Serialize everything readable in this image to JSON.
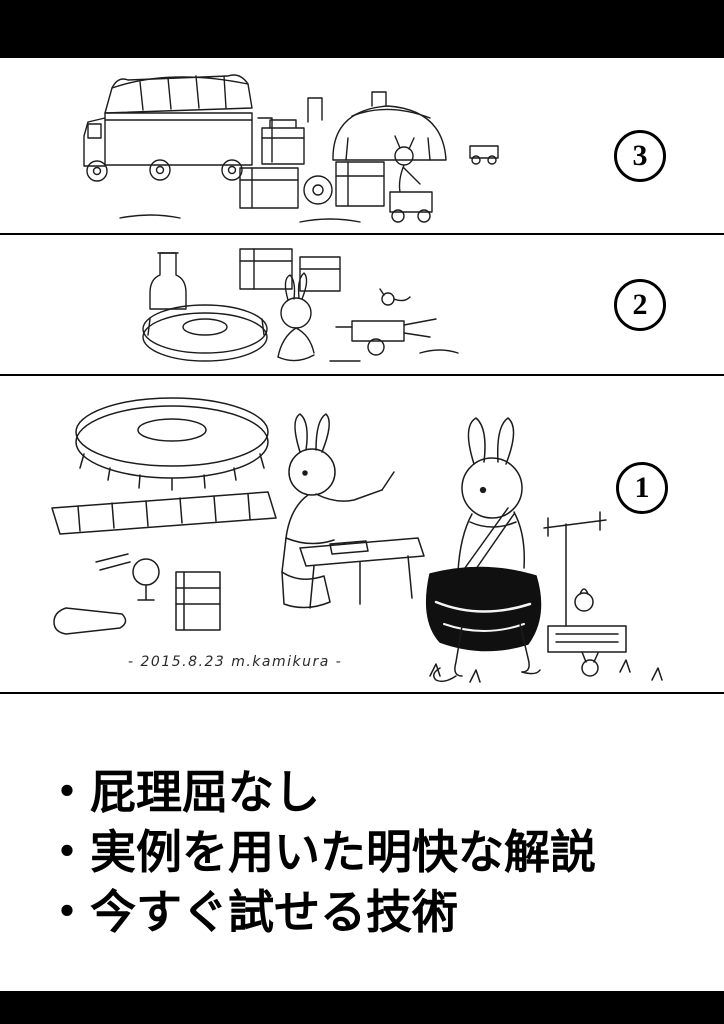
{
  "page": {
    "background": "#ffffff",
    "bar_color": "#000000",
    "ink_color": "#1c1c1c"
  },
  "illustration": {
    "panels": [
      {
        "number": "3",
        "alt": "pen sketch of a covered truck, dome tent and piles of machinery at a camp"
      },
      {
        "number": "2",
        "alt": "pen sketch of a rabbit-eared character sorting crates, a big disc and gadgets"
      },
      {
        "number": "1",
        "alt": "pen sketch of a kneeling rabbit-eared tinkerer writing at a low table and a walking rabbit-eared traveler carrying a large black bag and a burner rig"
      }
    ],
    "signature": "- 2015.8.23 m.kamikura -"
  },
  "bullets": {
    "items": [
      "・屁理屈なし",
      "・実例を用いた明快な解説",
      "・今すぐ試せる技術"
    ]
  }
}
